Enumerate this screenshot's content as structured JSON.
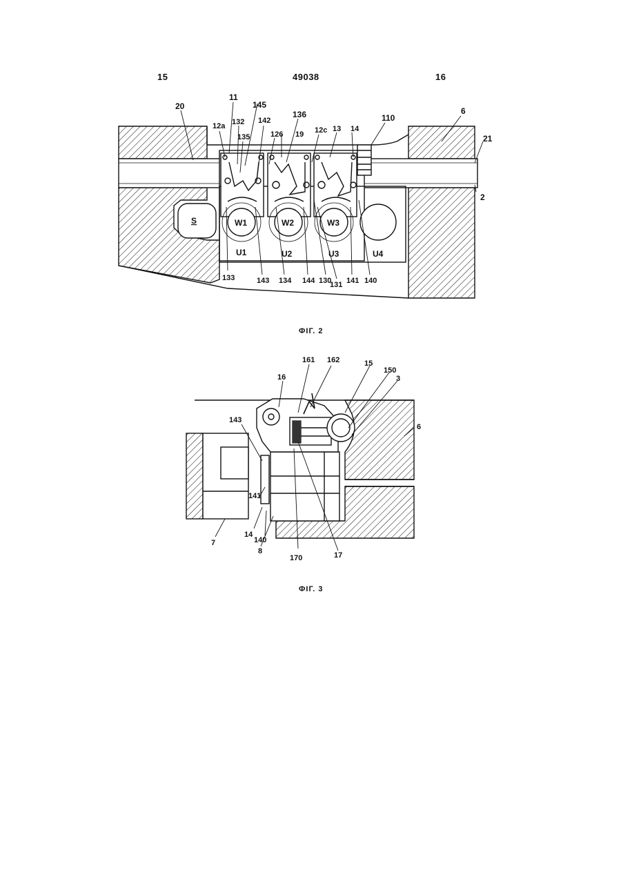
{
  "header": {
    "left_col": "15",
    "patent_no": "49038",
    "right_col": "16"
  },
  "fig2": {
    "caption": "ФIГ. 2",
    "labels": {
      "l20": "20",
      "l11": "11",
      "l145": "145",
      "l136": "136",
      "l110": "110",
      "l6": "6",
      "l21": "21",
      "l12a": "12a",
      "l132": "132",
      "l142": "142",
      "l135": "135",
      "l126": "126",
      "l19": "19",
      "l12c": "12c",
      "l13": "13",
      "l14": "14",
      "l2": "2",
      "S": "S",
      "W1": "W1",
      "W2": "W2",
      "W3": "W3",
      "U1": "U1",
      "U2": "U2",
      "U3": "U3",
      "U4": "U4",
      "l133": "133",
      "l143": "143",
      "l134": "134",
      "l144": "144",
      "l130": "130",
      "l131": "131",
      "l141": "141",
      "l140": "140"
    }
  },
  "fig3": {
    "caption": "ФIГ. 3",
    "labels": {
      "l161": "161",
      "l162": "162",
      "l15": "15",
      "l150": "150",
      "l16": "16",
      "l3": "3",
      "l143": "143",
      "l6": "6",
      "l141": "141",
      "l14": "14",
      "l140": "140",
      "l7": "7",
      "l8": "8",
      "l170": "170",
      "l17": "17"
    }
  }
}
